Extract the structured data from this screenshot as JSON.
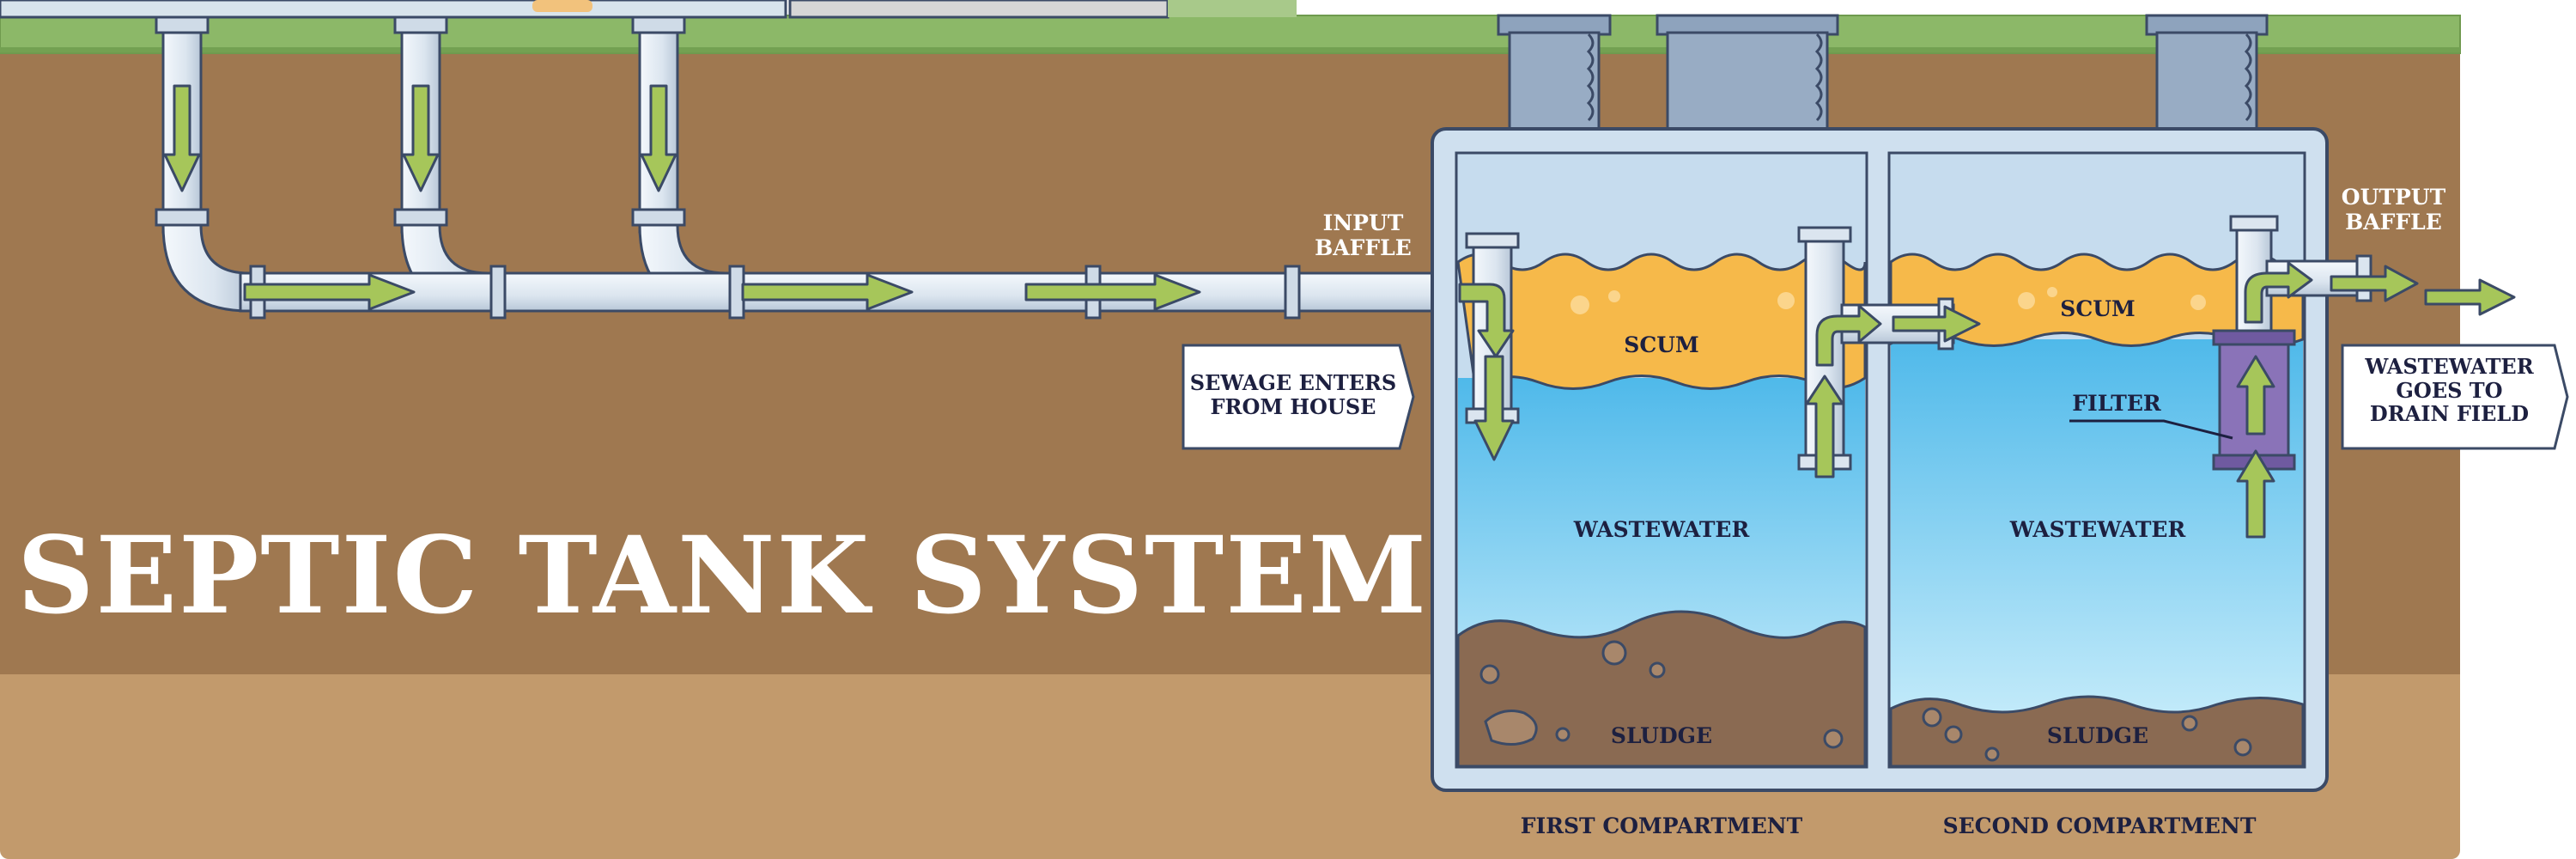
{
  "title": "SEPTIC TANK SYSTEM",
  "labels": {
    "input_baffle": [
      "INPUT",
      "BAFFLE"
    ],
    "output_baffle": [
      "OUTPUT",
      "BAFFLE"
    ],
    "sewage_enters": [
      "SEWAGE ENTERS",
      "FROM HOUSE"
    ],
    "wastewater_goes": [
      "WASTEWATER",
      "GOES TO",
      "DRAIN FIELD"
    ],
    "scum_1": "SCUM",
    "scum_2": "SCUM",
    "wastewater_1": "WASTEWATER",
    "wastewater_2": "WASTEWATER",
    "sludge_1": "SLUDGE",
    "sludge_2": "SLUDGE",
    "filter": "FILTER",
    "first_compartment": "FIRST COMPARTMENT",
    "second_compartment": "SECOND COMPARTMENT"
  },
  "colors": {
    "soil_dark": "#9f7850",
    "soil_light": "#c29a6c",
    "grass": "#8fb56a",
    "pipe": "#dfe8f0",
    "pipe_outline": "#3b4a66",
    "arrow": "#a6c65a",
    "scum": "#f6b94a",
    "wastewater_top": "#5bc1ec",
    "wastewater_bottom": "#c3ecfb",
    "sludge": "#8a6a52",
    "tank_wall": "#cfe0ef",
    "filter": "#8a73b8",
    "riser": "#93a7bf"
  }
}
